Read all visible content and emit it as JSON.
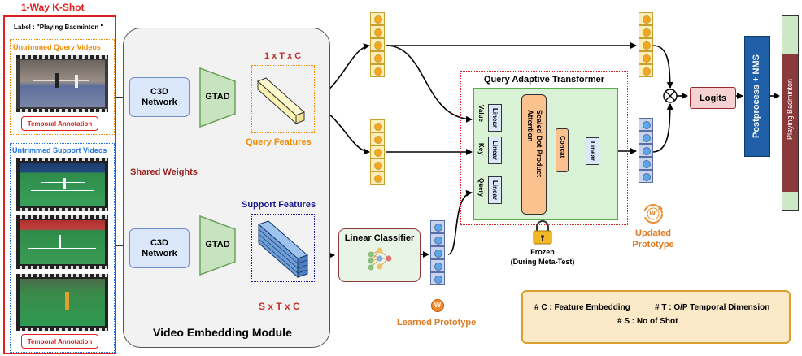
{
  "support_set": {
    "title": "1-Way K-Shot",
    "label": "Label : \"Playing Badminton \"",
    "query_title": "Untrimmed Query Videos",
    "support_title": "Untrimmed Support Videos",
    "annotation": "Temporal Annotation"
  },
  "embedding": {
    "title": "Video Embedding Module",
    "c3d": "C3D Network",
    "gtad": "GTAD",
    "shared": "Shared Weights",
    "query_dim": "1 x T x C",
    "query_features": "Query Features",
    "support_features": "Support Features",
    "support_dim": "S x T x C"
  },
  "classifier": {
    "title": "Linear Classifier",
    "learned": "Learned Prototype",
    "w": "W"
  },
  "qat": {
    "title": "Query Adaptive Transformer",
    "linear": "Linear",
    "value": "Value",
    "key": "Key",
    "query": "Query",
    "sdpa": "Scaled Dot Product Attention",
    "concat": "Concat",
    "frozen": "Frozen",
    "frozen_sub": "(During Meta-Test)",
    "updated": "Updated Prototype",
    "w_prime": "W'"
  },
  "output": {
    "logits": "Logits",
    "postprocess": "Postprocess + NMS",
    "result": "Playing Badminton"
  },
  "legend": {
    "c": "# C : Feature Embedding",
    "t": "# T : O/P Temporal Dimension",
    "s": "# S : No of Shot"
  },
  "colors": {
    "red": "#e02020",
    "orange": "#f08a00",
    "blue": "#1a73e8",
    "navy": "#1a1a8c",
    "green": "#5aab4d"
  }
}
